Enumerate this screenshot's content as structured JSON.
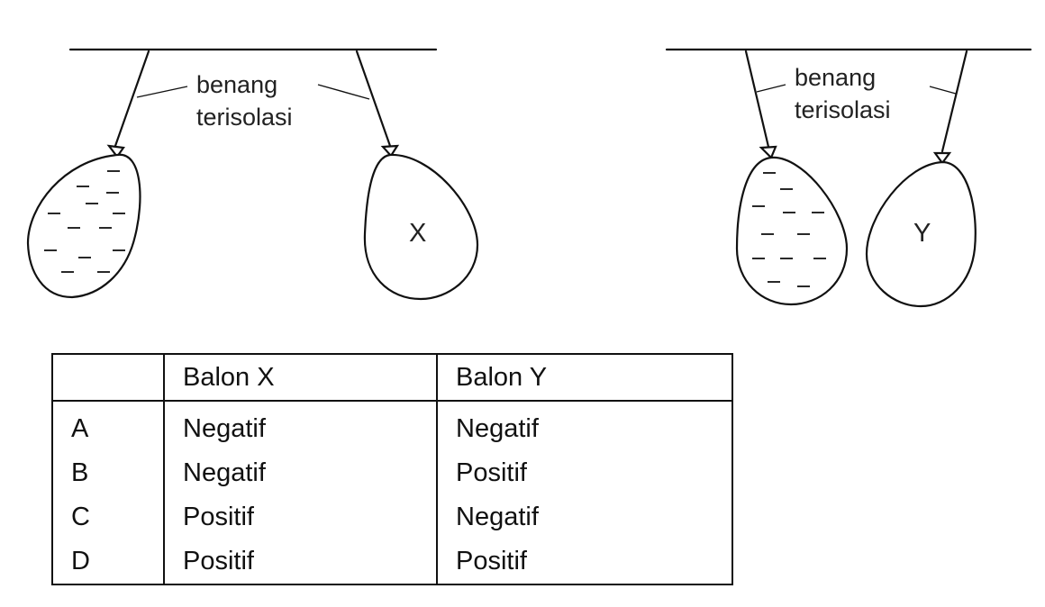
{
  "diagram": {
    "left_setup": {
      "thread_label_line1": "benang",
      "thread_label_line2": "terisolasi",
      "balloon_right_label": "X"
    },
    "right_setup": {
      "thread_label_line1": "benang",
      "thread_label_line2": "terisolasi",
      "balloon_right_label": "Y"
    },
    "charge_symbol": "–"
  },
  "table": {
    "headers": [
      "",
      "Balon X",
      "Balon Y"
    ],
    "rows": [
      {
        "option": "A",
        "balon_x": "Negatif",
        "balon_y": "Negatif"
      },
      {
        "option": "B",
        "balon_x": "Negatif",
        "balon_y": "Positif"
      },
      {
        "option": "C",
        "balon_x": "Positif",
        "balon_y": "Negatif"
      },
      {
        "option": "D",
        "balon_x": "Positif",
        "balon_y": "Positif"
      }
    ]
  }
}
